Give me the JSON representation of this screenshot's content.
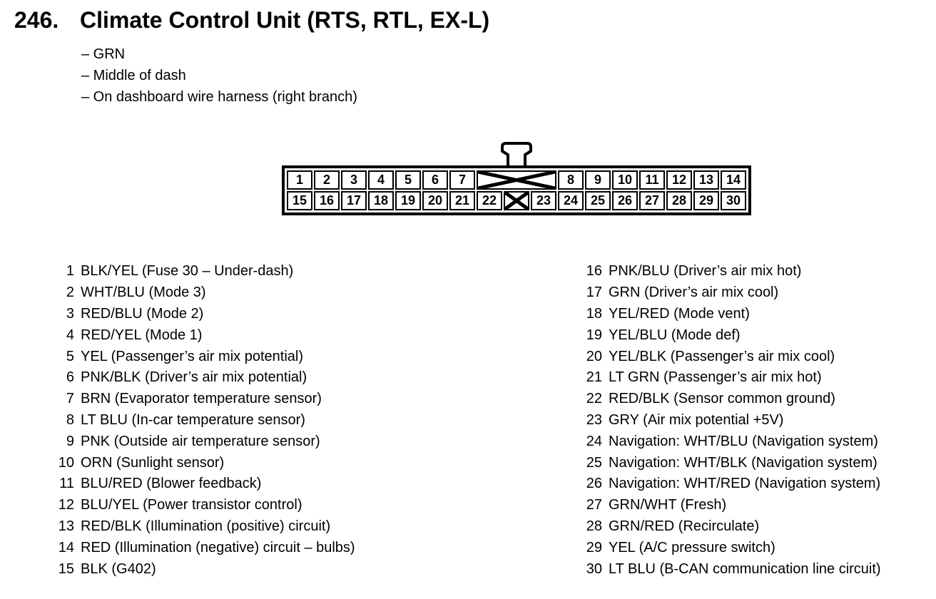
{
  "page": {
    "title_number": "246.",
    "title": "Climate Control Unit (RTS, RTL, EX-L)",
    "bullets": [
      "– GRN",
      "– Middle of dash",
      "– On dashboard wire harness (right branch)"
    ]
  },
  "connector": {
    "top_left": [
      "1",
      "2",
      "3",
      "4",
      "5",
      "6",
      "7"
    ],
    "top_right": [
      "8",
      "9",
      "10",
      "11",
      "12",
      "13",
      "14"
    ],
    "bottom_left": [
      "15",
      "16",
      "17",
      "18",
      "19",
      "20",
      "21",
      "22"
    ],
    "bottom_right": [
      "23",
      "24",
      "25",
      "26",
      "27",
      "28",
      "29",
      "30"
    ]
  },
  "pins": {
    "left": [
      {
        "num": "1",
        "label": "BLK/YEL (Fuse 30 – Under-dash)"
      },
      {
        "num": "2",
        "label": "WHT/BLU (Mode 3)"
      },
      {
        "num": "3",
        "label": "RED/BLU (Mode 2)"
      },
      {
        "num": "4",
        "label": "RED/YEL (Mode 1)"
      },
      {
        "num": "5",
        "label": "YEL (Passenger’s air mix potential)"
      },
      {
        "num": "6",
        "label": "PNK/BLK (Driver’s air mix potential)"
      },
      {
        "num": "7",
        "label": "BRN (Evaporator temperature sensor)"
      },
      {
        "num": "8",
        "label": "LT BLU (In-car temperature sensor)"
      },
      {
        "num": "9",
        "label": "PNK (Outside air temperature sensor)"
      },
      {
        "num": "10",
        "label": "ORN (Sunlight sensor)"
      },
      {
        "num": "11",
        "label": "BLU/RED (Blower feedback)"
      },
      {
        "num": "12",
        "label": "BLU/YEL (Power transistor control)"
      },
      {
        "num": "13",
        "label": "RED/BLK (Illumination (positive) circuit)"
      },
      {
        "num": "14",
        "label": "RED (Illumination (negative) circuit – bulbs)"
      },
      {
        "num": "15",
        "label": "BLK (G402)"
      }
    ],
    "right": [
      {
        "num": "16",
        "label": "PNK/BLU (Driver’s air mix hot)"
      },
      {
        "num": "17",
        "label": "GRN (Driver’s air mix cool)"
      },
      {
        "num": "18",
        "label": "YEL/RED (Mode vent)"
      },
      {
        "num": "19",
        "label": "YEL/BLU (Mode def)"
      },
      {
        "num": "20",
        "label": "YEL/BLK (Passenger’s air mix cool)"
      },
      {
        "num": "21",
        "label": "LT GRN (Passenger’s air mix hot)"
      },
      {
        "num": "22",
        "label": "RED/BLK (Sensor common ground)"
      },
      {
        "num": "23",
        "label": "GRY (Air mix potential +5V)"
      },
      {
        "num": "24",
        "label": "Navigation: WHT/BLU (Navigation system)"
      },
      {
        "num": "25",
        "label": "Navigation: WHT/BLK (Navigation system)"
      },
      {
        "num": "26",
        "label": "Navigation: WHT/RED (Navigation system)"
      },
      {
        "num": "27",
        "label": "GRN/WHT (Fresh)"
      },
      {
        "num": "28",
        "label": "GRN/RED (Recirculate)"
      },
      {
        "num": "29",
        "label": "YEL (A/C pressure switch)"
      },
      {
        "num": "30",
        "label": "LT BLU (B-CAN communication line circuit)"
      }
    ]
  }
}
